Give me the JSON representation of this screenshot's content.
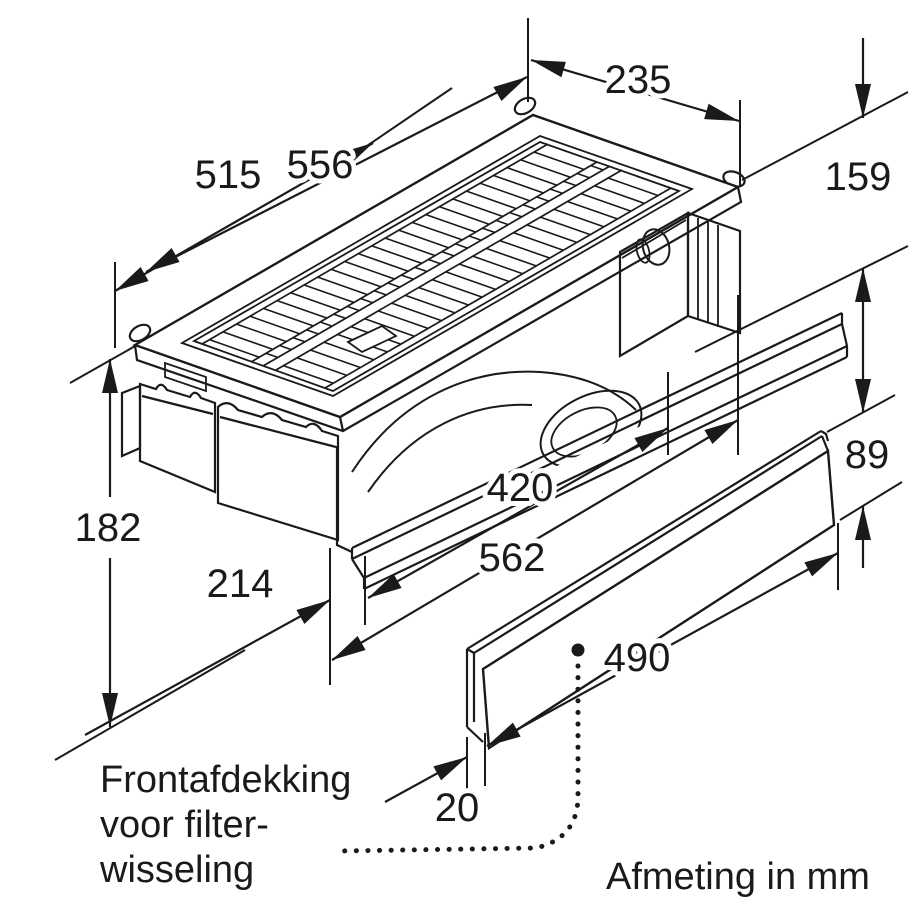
{
  "figure": {
    "caption": "Afmeting in mm",
    "note_lines": [
      "Frontafdekking",
      "voor filter-",
      "wisseling"
    ],
    "unit": "mm",
    "dimensions": {
      "grille_length": "515",
      "top_length": "556",
      "rear_depth": "235",
      "right_height": "159",
      "bar_height": "89",
      "left_height": "182",
      "front_depth": "214",
      "channel_length": "420",
      "body_length": "562",
      "bar_length": "490",
      "bar_thickness": "20"
    }
  },
  "colors": {
    "ink": "#1a1a1a",
    "background": "#ffffff"
  }
}
